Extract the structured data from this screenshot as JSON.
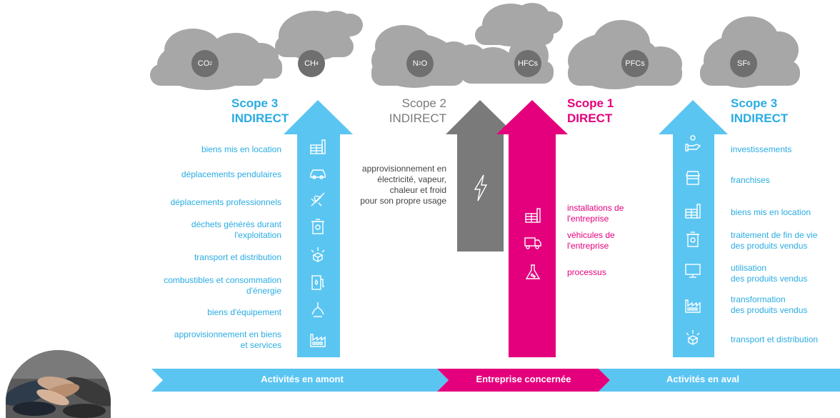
{
  "gases": [
    {
      "id": "co2",
      "base": "CO",
      "sub": "2"
    },
    {
      "id": "ch4",
      "base": "CH",
      "sub": "4"
    },
    {
      "id": "n2o",
      "base": "N",
      "sub": "2",
      "tail": "O"
    },
    {
      "id": "hfcs",
      "base": "HFCs",
      "sub": ""
    },
    {
      "id": "pfcs",
      "base": "PFCs",
      "sub": ""
    },
    {
      "id": "sf6",
      "base": "SF",
      "sub": "6"
    }
  ],
  "scopes": {
    "left": {
      "line1": "Scope 3",
      "line2": "INDIRECT"
    },
    "mid": {
      "line1": "Scope 2",
      "line2": "INDIRECT"
    },
    "direct": {
      "line1": "Scope 1",
      "line2": "DIRECT"
    },
    "right": {
      "line1": "Scope 3",
      "line2": "INDIRECT"
    }
  },
  "upstream_items": [
    "biens mis en location",
    "déplacements pendulaires",
    "déplacements professionnels",
    "déchets générés durant",
    "l'exploitation",
    "transport et distribution",
    "combustibles et consommation",
    "d'énergie",
    "biens d'équipement",
    "approvisionnement en biens",
    "et services"
  ],
  "scope2_text": [
    "approvisionnement en",
    "électricité, vapeur,",
    "chaleur et froid",
    "pour son propre usage"
  ],
  "scope1_items": [
    "installations de",
    "l'entreprise",
    "véhicules de",
    "l'entreprise",
    "processus"
  ],
  "downstream_items": [
    "investissements",
    "franchises",
    "biens mis en location",
    "traitement de fin de vie",
    "des produits vendus",
    "utilisation",
    "des produits vendus",
    "transformation",
    "des produits vendus",
    "transport et distribution"
  ],
  "bands": {
    "amont": "Activités en amont",
    "entreprise": "Entreprise concernée",
    "aval": "Activités en aval"
  },
  "colors": {
    "blue": "#5bc5f2",
    "blue_text": "#2aace2",
    "pink": "#e4007c",
    "gray_arrow": "#7a7a7a",
    "cloud": "#a7a7a7",
    "gas": "#6f6f6f"
  },
  "icons": [
    "factory-icon",
    "car-icon",
    "plane-icon",
    "bin-icon",
    "package-icon",
    "fuel-pump-icon",
    "robot-arm-icon",
    "industry-icon",
    "lightning-icon",
    "truck-icon",
    "flask-icon",
    "money-hand-icon",
    "shop-icon",
    "monitor-icon"
  ]
}
